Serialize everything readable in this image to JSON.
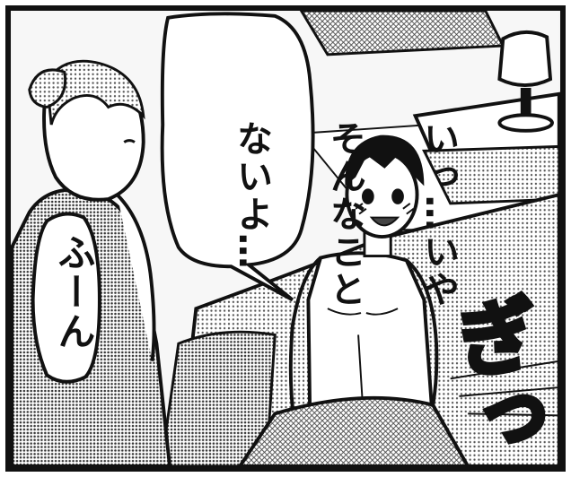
{
  "speech": {
    "man_line1": "いっ…いや",
    "man_line2": "そんなこと",
    "man_line3": "ないよ…",
    "woman": "ふーん"
  },
  "sfx": {
    "text": "ぎっ"
  },
  "colors": {
    "ink": "#111111",
    "paper": "#ffffff",
    "tone": "#bdbdbd"
  }
}
